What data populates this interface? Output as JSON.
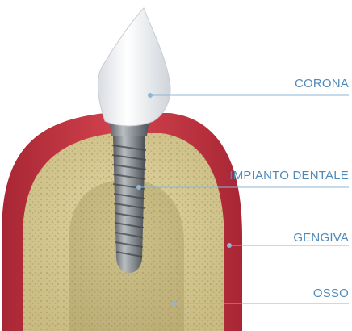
{
  "labels": {
    "corona": "CORONA",
    "implant": "IMPIANTO DENTALE",
    "gum": "GENGIVA",
    "bone": "OSSO"
  },
  "colors": {
    "label_text": "#4f89b8",
    "leader_line": "#8fb6d6",
    "gum": "#c83a46",
    "gum_dark": "#9c2230",
    "bone": "#d8cc98",
    "bone_porous": "#b9ab72",
    "implant_metal": "#8a8f94",
    "crown": "#f4f5f7"
  },
  "icons": {
    "crown": "tooth-crown-icon",
    "implant": "screw-implant-icon"
  }
}
